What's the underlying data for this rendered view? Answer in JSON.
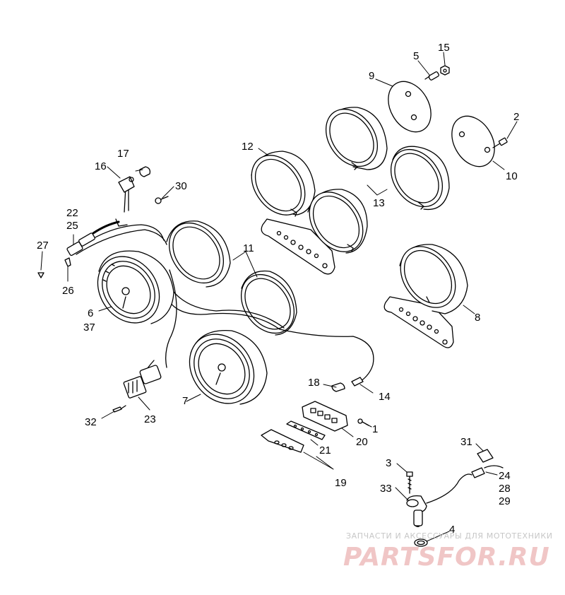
{
  "callouts": [
    "1",
    "2",
    "3",
    "4",
    "5",
    "6",
    "7",
    "8",
    "9",
    "10",
    "11",
    "12",
    "13",
    "14",
    "15",
    "16",
    "17",
    "18",
    "19",
    "20",
    "21",
    "22",
    "23",
    "24",
    "25",
    "26",
    "27",
    "28",
    "29",
    "30",
    "31",
    "32",
    "33",
    "37"
  ],
  "watermark": {
    "tagline": "ЗАПЧАСТИ И АКСЕССУАРЫ ДЛЯ МОТОТЕХНИКИ",
    "logo": "PARTSFOR.RU"
  },
  "colors": {
    "line": "#000000",
    "watermark_tagline": "#c7c7c7",
    "watermark_logo": "#f0c6c6"
  }
}
